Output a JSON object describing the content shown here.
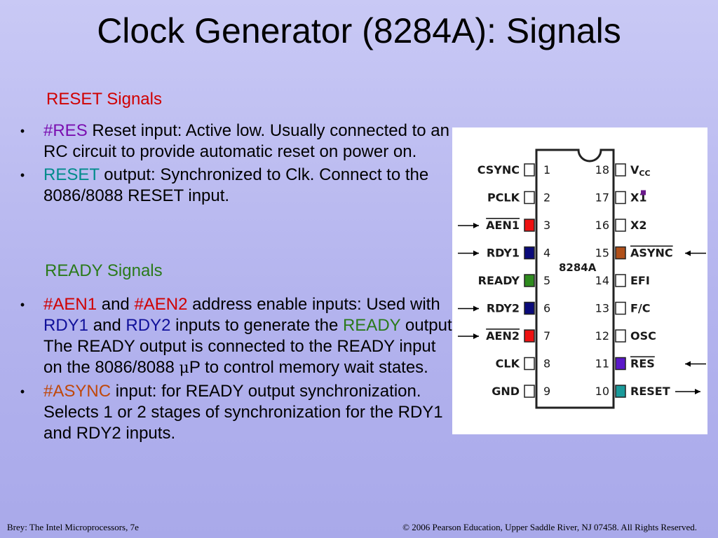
{
  "title": "Clock Generator (8284A): Signals",
  "reset_section": {
    "heading": "RESET Signals",
    "bullets": [
      {
        "sig": "#RES",
        "text": " Reset input: Active low. Usually connected to an RC circuit to provide automatic reset on power on."
      },
      {
        "sig": "RESET",
        "text": " output: Synchronized to Clk. Connect to the 8086/8088 RESET input."
      }
    ]
  },
  "ready_section": {
    "heading": "READY Signals",
    "b1": {
      "aen1": "#AEN1",
      "and1": " and ",
      "aen2": "#AEN2",
      "t1": " address enable inputs: Used with ",
      "rdy1": "RDY1",
      "and2": " and ",
      "rdy2": "RDY2",
      "t2": " inputs to generate the ",
      "ready": "READY",
      "t3": " output. The READY output is connected to the READY input on the 8086/8088 ",
      "mu": "μ",
      "t4": "P to control memory wait states."
    },
    "b2": {
      "sig": "#ASYNC",
      "text": " input: for READY output synchronization. Selects 1 or 2 stages of synchronization for the RDY1 and RDY2 inputs."
    }
  },
  "chip": {
    "name": "8284A",
    "left_pins": [
      {
        "num": "1",
        "label": "CSYNC"
      },
      {
        "num": "2",
        "label": "PCLK"
      },
      {
        "num": "3",
        "label": "AEN1"
      },
      {
        "num": "4",
        "label": "RDY1"
      },
      {
        "num": "5",
        "label": "READY"
      },
      {
        "num": "6",
        "label": "RDY2"
      },
      {
        "num": "7",
        "label": "AEN2"
      },
      {
        "num": "8",
        "label": "CLK"
      },
      {
        "num": "9",
        "label": "GND"
      }
    ],
    "right_pins": [
      {
        "num": "18",
        "label": "VCC"
      },
      {
        "num": "17",
        "label": "X1"
      },
      {
        "num": "16",
        "label": "X2"
      },
      {
        "num": "15",
        "label": "ASYNC"
      },
      {
        "num": "14",
        "label": "EFI"
      },
      {
        "num": "13",
        "label": "F/C"
      },
      {
        "num": "12",
        "label": "OSC"
      },
      {
        "num": "11",
        "label": "RES"
      },
      {
        "num": "10",
        "label": "RESET"
      }
    ]
  },
  "colors": {
    "aen": "#ee1111",
    "rdy": "#0a0a7a",
    "ready": "#2e8b1e",
    "async": "#b0501a",
    "res": "#5a18c8",
    "reset": "#1a9a9a",
    "x1_marker": "#6a1a8a"
  },
  "footer": {
    "left": "Brey: The Intel Microprocessors, 7e",
    "right": "© 2006 Pearson Education, Upper Saddle River, NJ 07458. All Rights Reserved."
  }
}
